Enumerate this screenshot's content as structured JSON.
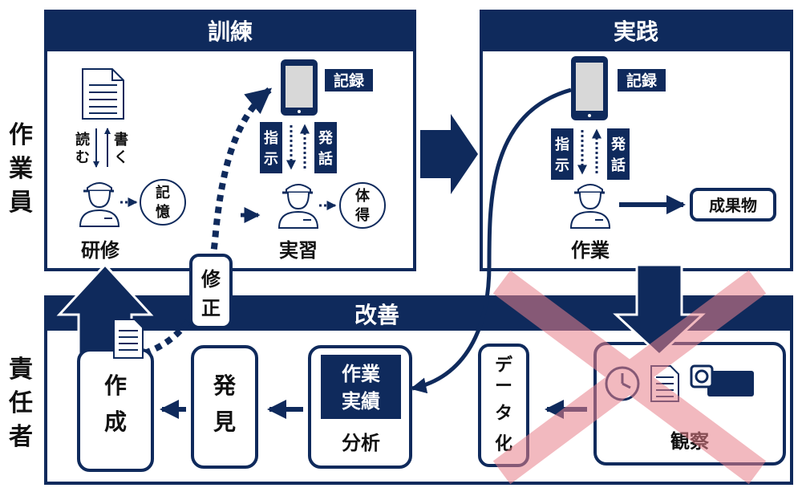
{
  "row_labels": {
    "worker": [
      "作",
      "業",
      "員"
    ],
    "manager": [
      "責",
      "任",
      "者"
    ]
  },
  "sections": {
    "training": "訓練",
    "practice": "実践",
    "improvement": "改善"
  },
  "training": {
    "record": "記録",
    "read": [
      "読",
      "む"
    ],
    "write": [
      "書",
      "く"
    ],
    "memory": [
      "記",
      "憶"
    ],
    "course": "研修",
    "instruct": [
      "指",
      "示"
    ],
    "speak": [
      "発",
      "話"
    ],
    "embody": [
      "体",
      "得"
    ],
    "exercise": "実習"
  },
  "practice": {
    "record": "記録",
    "instruct": [
      "指",
      "示"
    ],
    "speak": [
      "発",
      "話"
    ],
    "work": "作業",
    "deliverable": "成果物"
  },
  "correction": [
    "修",
    "正"
  ],
  "improvement": {
    "create": [
      "作",
      "成"
    ],
    "discover": [
      "発",
      "見"
    ],
    "results": [
      "作業",
      "実績"
    ],
    "analysis": "分析",
    "datafy": [
      "デ",
      "ー",
      "タ",
      "化"
    ],
    "observe": "観察"
  },
  "colors": {
    "navy": "#0f2a5c",
    "cross": "#e8808c",
    "border": "#0f2a5c"
  }
}
